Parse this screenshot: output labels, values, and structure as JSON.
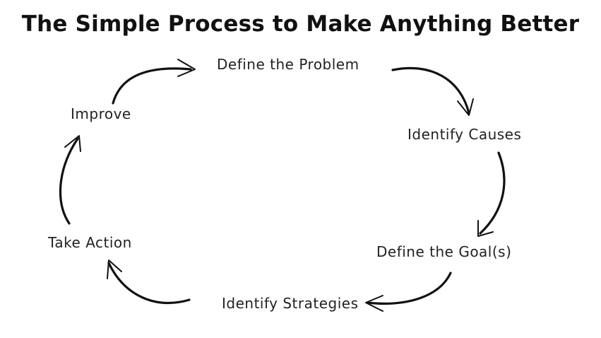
{
  "title": "The Simple Process to Make Anything Better",
  "steps": [
    "Define the Problem",
    "Identify Causes",
    "Define the Goal(s)",
    "Identify Strategies",
    "Take Action",
    "Improve"
  ]
}
